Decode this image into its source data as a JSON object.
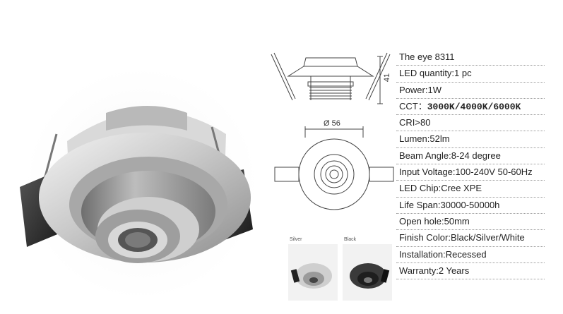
{
  "specs": [
    {
      "label": "The eye 8311"
    },
    {
      "label": "LED quantity:1 pc"
    },
    {
      "label": "Power:1W"
    },
    {
      "label_prefix": "CCT：",
      "label_value": "3000K/4000K/6000K"
    },
    {
      "label": "CRI>80"
    },
    {
      "label": "Lumen:52lm"
    },
    {
      "label": "Beam Angle:8-24 degree"
    },
    {
      "label": "Input Voltage:100-240V 50-60Hz"
    },
    {
      "label": "LED Chip:Cree XPE"
    },
    {
      "label": "Life Span:30000-50000h"
    },
    {
      "label": "Open hole:50mm"
    },
    {
      "label": "Finish Color:Black/Silver/White"
    },
    {
      "label": "Installation:Recessed"
    },
    {
      "label": "Warranty:2 Years"
    }
  ],
  "drawing": {
    "height_dim": "41",
    "diameter_dim": "Ø 56"
  },
  "swatches": {
    "silver_label": "Silver",
    "black_label": "Black"
  }
}
